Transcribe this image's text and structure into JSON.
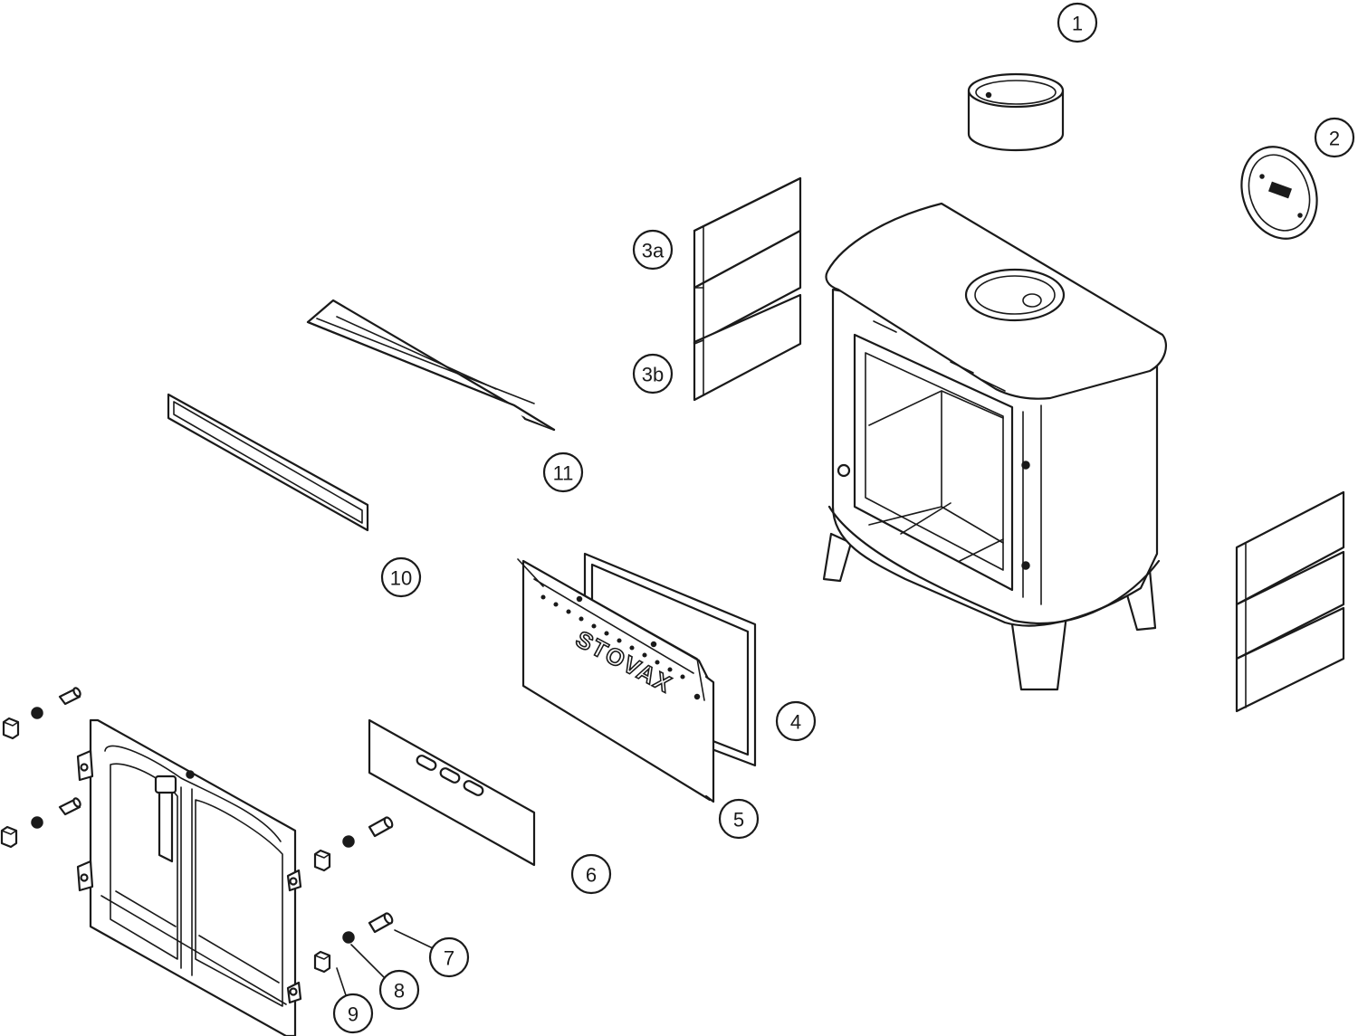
{
  "diagram": {
    "brand_marking": "STOVAX",
    "callouts": {
      "c1": "1",
      "c2": "2",
      "c3a": "3a",
      "c3b": "3b",
      "c4": "4",
      "c5": "5",
      "c6": "6",
      "c7": "7",
      "c8": "8",
      "c9": "9",
      "c10": "10",
      "c11": "11"
    },
    "line_color": "#1a1a1a",
    "background_color": "#ffffff"
  }
}
